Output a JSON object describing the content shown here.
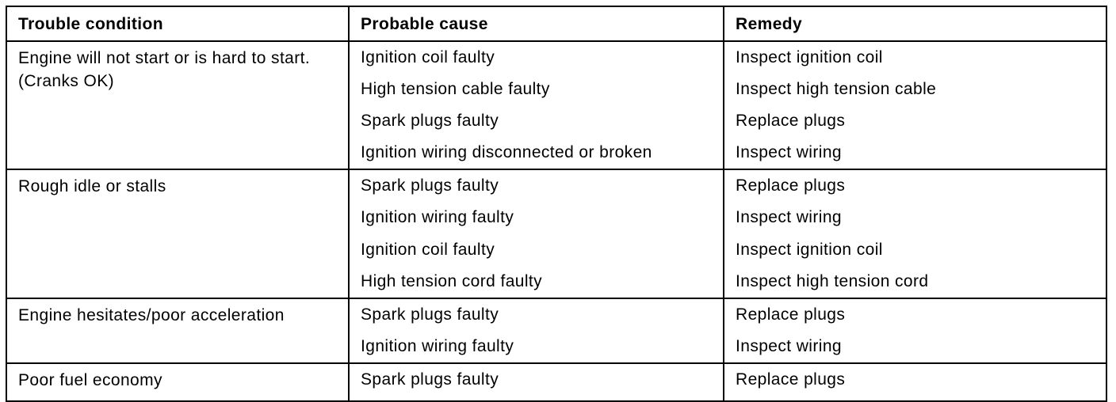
{
  "headers": {
    "condition": "Trouble condition",
    "cause": "Probable cause",
    "remedy": "Remedy"
  },
  "groups": [
    {
      "condition": "Engine will not start or is hard to start. (Cranks OK)",
      "rows": [
        {
          "cause": "Ignition coil faulty",
          "remedy": "Inspect ignition coil"
        },
        {
          "cause": "High tension cable faulty",
          "remedy": "Inspect high tension cable"
        },
        {
          "cause": "Spark plugs faulty",
          "remedy": "Replace plugs"
        },
        {
          "cause": "Ignition wiring disconnected or broken",
          "remedy": "Inspect wiring"
        }
      ]
    },
    {
      "condition": "Rough idle or stalls",
      "rows": [
        {
          "cause": "Spark plugs faulty",
          "remedy": "Replace plugs"
        },
        {
          "cause": "Ignition wiring faulty",
          "remedy": "Inspect wiring"
        },
        {
          "cause": "Ignition coil faulty",
          "remedy": "Inspect ignition coil"
        },
        {
          "cause": "High tension cord faulty",
          "remedy": "Inspect high tension cord"
        }
      ]
    },
    {
      "condition": "Engine hesitates/poor acceleration",
      "rows": [
        {
          "cause": "Spark plugs faulty",
          "remedy": "Replace plugs"
        },
        {
          "cause": "Ignition wiring faulty",
          "remedy": "Inspect wiring"
        }
      ]
    },
    {
      "condition": "Poor fuel economy",
      "rows": [
        {
          "cause": "Spark plugs faulty",
          "remedy": "Replace plugs"
        }
      ]
    }
  ]
}
